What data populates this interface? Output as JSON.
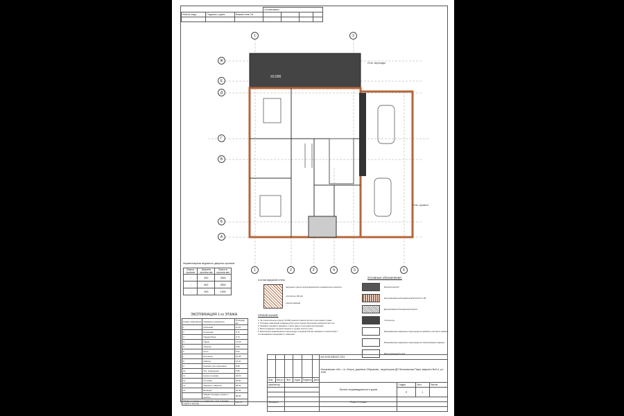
{
  "stamp_top": {
    "agreed": "Согласовано",
    "inv_orig": "Инв.№ подл.",
    "sign_date": "Подпись и дата",
    "repl_inv": "Взамен инв. №"
  },
  "axes": {
    "top": [
      "1",
      "3"
    ],
    "bottom": [
      "1",
      "2",
      "3'",
      "4",
      "5",
      "6"
    ],
    "left": [
      "Ж",
      "Е",
      "Д",
      "Г",
      "В",
      "Б",
      "А"
    ]
  },
  "plan_labels": {
    "terrace": "Отм. веранды",
    "roof": "Отм. кровли",
    "floor_mark": "±0.000"
  },
  "door_table": {
    "title": "Неравномерная ведомость дверных проемов",
    "headers": [
      "Марка проема",
      "Ширина проема мм",
      "Высота проема мм"
    ],
    "rows": [
      [
        "900",
        "2800"
      ],
      [
        "800",
        "2800"
      ],
      [
        "900",
        "1900"
      ]
    ]
  },
  "wall_section": {
    "title": "Состав наружной стены",
    "lines": [
      "наружная стена из крупноформатного керамического кирпича",
      "утеплитель 100 мм",
      "отделка фасада"
    ]
  },
  "explication": {
    "title": "ЭКСПЛИКАЦИЯ 1-го ЭТАЖА",
    "headers": [
      "Номер помещения",
      "Название помещения",
      "Площадь м2"
    ],
    "rows": [
      [
        "1",
        "Прихожая",
        "11.15"
      ],
      [
        "2",
        "Котельная",
        "5.72"
      ],
      [
        "3",
        "Гардеробная",
        "3.74"
      ],
      [
        "4",
        "Гараж",
        "71.18"
      ],
      [
        "5",
        "Санузел",
        "4.90"
      ],
      [
        "6",
        "Холл",
        "5.54"
      ],
      [
        "7",
        "Лестница",
        "10.35"
      ],
      [
        "8",
        "Кабинет",
        "21.20"
      ],
      [
        "9",
        "Комната для персонала",
        "8.68"
      ],
      [
        "10",
        "Хоз. помещение",
        "5.85"
      ],
      [
        "11",
        "Кухня-столовая",
        "32.15"
      ],
      [
        "12",
        "Гостиная",
        "30.90"
      ]
    ],
    "terraces": [
      [
        "13",
        "Терраса с навесом",
        "28.03"
      ],
      [
        "14",
        "Веранда",
        "10.03"
      ]
    ],
    "terrace_total_label": "Общая площадь террас и крылец",
    "terrace_total": "38.06",
    "floor_total_label": "Общая площадь 1-го этажа без учета площади террас и крылец",
    "floor_total": "215.72"
  },
  "notes": {
    "title": "ПРИМЕЧАНИЯ:",
    "items": [
      "1. За относительную отметку ±0.000 принята отметка чистого пола первого этажа.",
      "2. Площадь помещений приведена без учета отделки внутренних поверхностей стен.",
      "3. Размеры проемов в наружных стенах даны по несущим конструкциям.",
      "4. Высота дверных проемов принята от уровня чистого пола.",
      "5. Выполнение межкомнатных перегородок толщиной 120 мм показано в соответствии с согласованием планировки от заказчика."
    ]
  },
  "legend": {
    "title": "Условные обозначения:",
    "items": [
      "Монолитный ж/б",
      "Крупноформатный керамический блок 51 и 38",
      "Декоративный облицовочный кирпич",
      "Утеплитель",
      "Межкомнатные каркасные перегородки из двойного листового каркаса",
      "Межкомнатные каркасные перегородки из пазогребневого каркаса",
      "Вентиляционный стояк"
    ]
  },
  "title_block": {
    "code": "КМ-30.08.0050407.2013",
    "address": "Московская обл., г.о. Истра, деревня Обушково, территория ДП Московская Парк, квартал №9.4, уч. 9/28",
    "project": "Проект индивидуального дома",
    "sheet_name": "План 1 этажа",
    "stage_label": "Стадия",
    "sheet_label": "Лист",
    "sheets_label": "Листов",
    "stage": "П",
    "sheet": "1",
    "cols": [
      "Изм.",
      "Кол.уч.",
      "Лист",
      "№док.",
      "Подпись",
      "Дата"
    ],
    "architect": "Архитектор",
    "checked": "Проверил"
  }
}
